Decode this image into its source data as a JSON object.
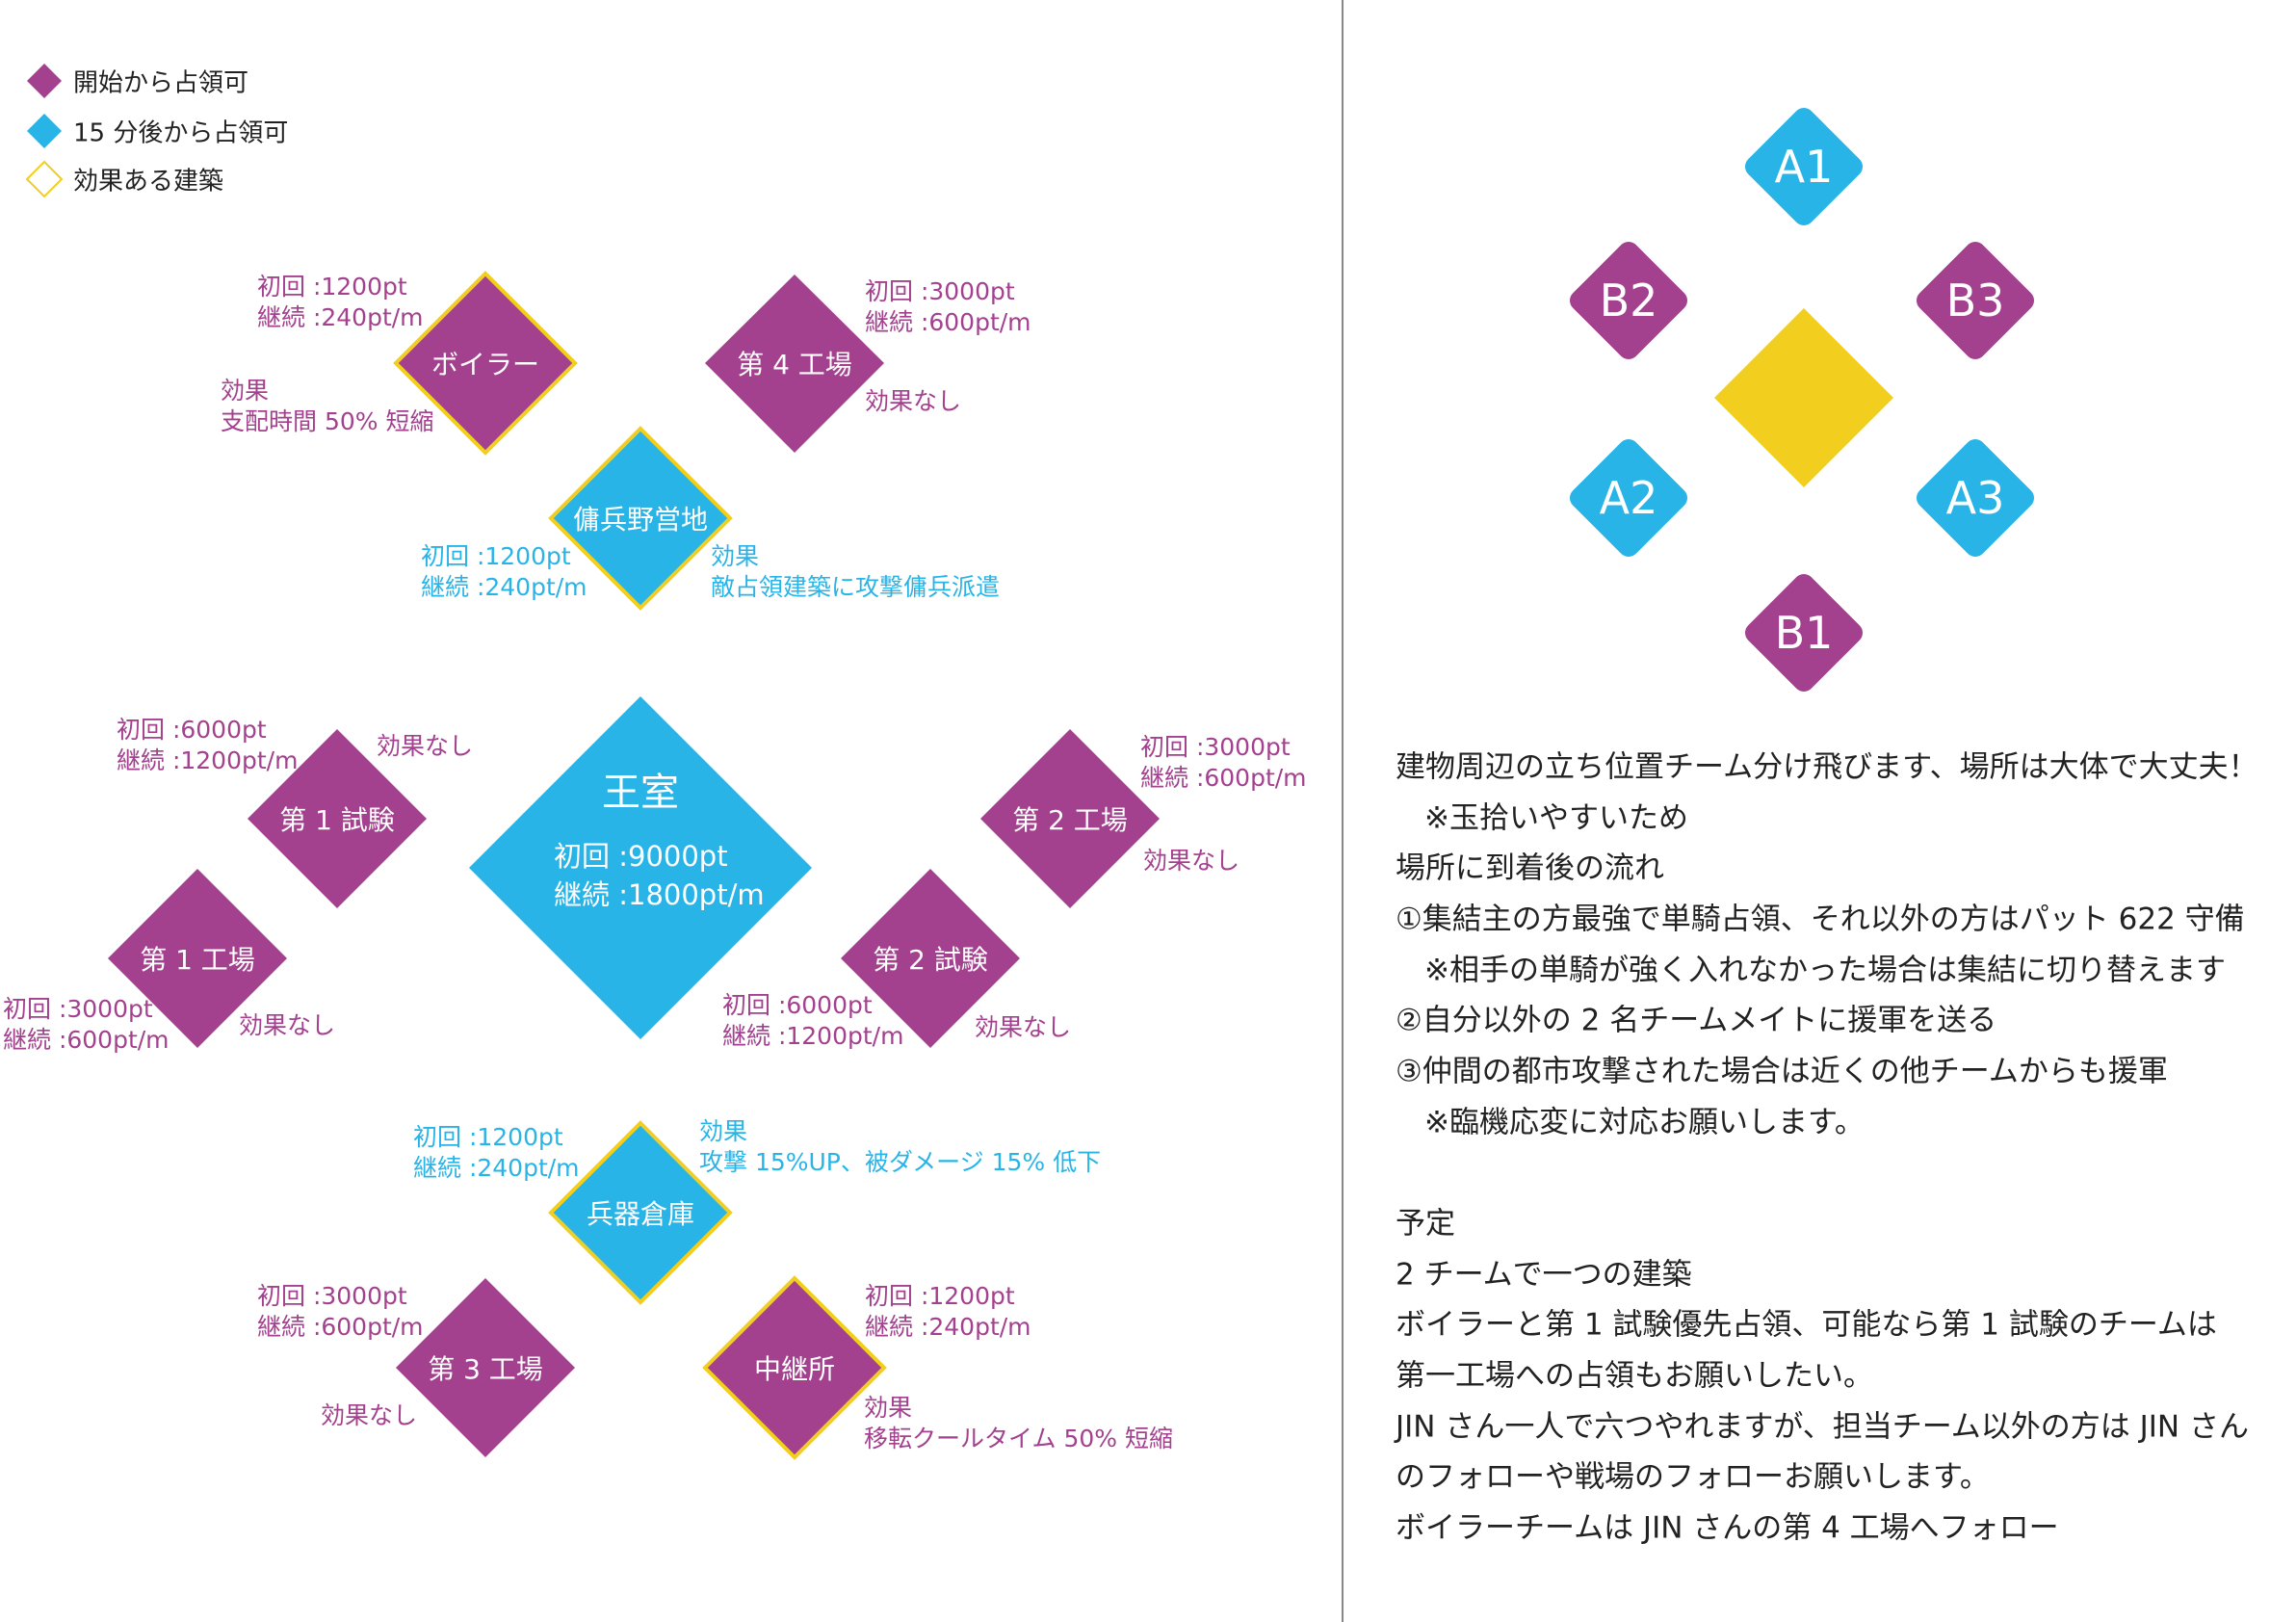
{
  "colors": {
    "start": "#A4418F",
    "after15": "#29B4E8",
    "effect": "#F2CE1F"
  },
  "legend": [
    "開始から占領可",
    "15 分後から占領可",
    "効果ある建築"
  ],
  "buildings": {
    "boiler": {
      "name": "ボイラー",
      "first": "初回 :1200pt",
      "cont": "継続 :240pt/m",
      "effect_title": "効果",
      "effect": "支配時間 50% 短縮"
    },
    "factory4": {
      "name": "第 4 工場",
      "first": "初回 :3000pt",
      "cont": "継続 :600pt/m",
      "effect": "効果なし"
    },
    "camp": {
      "name": "傭兵野営地",
      "first": "初回 :1200pt",
      "cont": "継続 :240pt/m",
      "effect_title": "効果",
      "effect": "敵占領建築に攻撃傭兵派遣"
    },
    "royal": {
      "name": "王室",
      "first": "初回 :9000pt",
      "cont": "継続 :1800pt/m"
    },
    "test1": {
      "name": "第 1 試験",
      "first": "初回 :6000pt",
      "cont": "継続 :1200pt/m",
      "effect": "効果なし"
    },
    "factory1": {
      "name": "第 1 工場",
      "first": "初回 :3000pt",
      "cont": "継続 :600pt/m",
      "effect": "効果なし"
    },
    "factory2": {
      "name": "第 2 工場",
      "first": "初回 :3000pt",
      "cont": "継続 :600pt/m",
      "effect": "効果なし"
    },
    "test2": {
      "name": "第 2 試験",
      "first": "初回 :6000pt",
      "cont": "継続 :1200pt/m",
      "effect": "効果なし"
    },
    "armory": {
      "name": "兵器倉庫",
      "first": "初回 :1200pt",
      "cont": "継続 :240pt/m",
      "effect_title": "効果",
      "effect": "攻撃 15%UP、被ダメージ 15% 低下"
    },
    "factory3": {
      "name": "第 3 工場",
      "first": "初回 :3000pt",
      "cont": "継続 :600pt/m",
      "effect": "効果なし"
    },
    "relay": {
      "name": "中継所",
      "first": "初回 :1200pt",
      "cont": "継続 :240pt/m",
      "effect_title": "効果",
      "effect": "移転クールタイム 50% 短縮"
    }
  },
  "positions": [
    "A1",
    "B2",
    "B3",
    "A2",
    "A3",
    "B1"
  ],
  "notes": [
    "建物周辺の立ち位置チーム分け飛びます、場所は大体で大丈夫！",
    "※玉拾いやすいため",
    "場所に到着後の流れ",
    "①集結主の方最強で単騎占領、それ以外の方はパット 622 守備",
    "※相手の単騎が強く入れなかった場合は集結に切り替えます",
    "②自分以外の 2 名チームメイトに援軍を送る",
    "③仲間の都市攻撃された場合は近くの他チームからも援軍",
    "※臨機応変に対応お願いします。",
    "予定",
    "2 チームで一つの建築",
    "ボイラーと第 1 試験優先占領、可能なら第 1 試験のチームは",
    "第一工場への占領もお願いしたい。",
    "JIN さん一人で六つやれますが、担当チーム以外の方は JIN さん",
    "のフォローや戦場のフォローお願いします。",
    "ボイラーチームは JIN さんの第 4 工場へフォロー"
  ]
}
